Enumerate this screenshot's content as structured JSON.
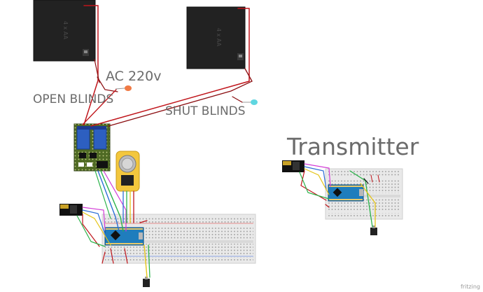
{
  "labels": {
    "ac": "AC 220v",
    "open": "OPEN BLINDS",
    "shut": "SHUT BLINDS",
    "transmitter": "Transmitter",
    "watermark": "fritzing"
  },
  "battery_labels": {
    "left": "4 x AA",
    "right": "4 x AA"
  },
  "colors": {
    "battery": "#222222",
    "wire_red": "#c0151b",
    "wire_dark_red": "#8b0d10",
    "wire_green": "#2bb34a",
    "wire_blue": "#2c6fd6",
    "wire_magenta": "#d23ad6",
    "wire_yellow": "#e5c418",
    "relay_pcb": "#4f6a24",
    "relay_blue": "#2d5fc0",
    "rtc_yellow": "#f3c73d",
    "arduino_blue": "#1f7dbd",
    "nrf_black": "#111111",
    "breadboard": "#e9e9e9",
    "led_orange": "#f07a45",
    "led_cyan": "#5fd6e0"
  }
}
